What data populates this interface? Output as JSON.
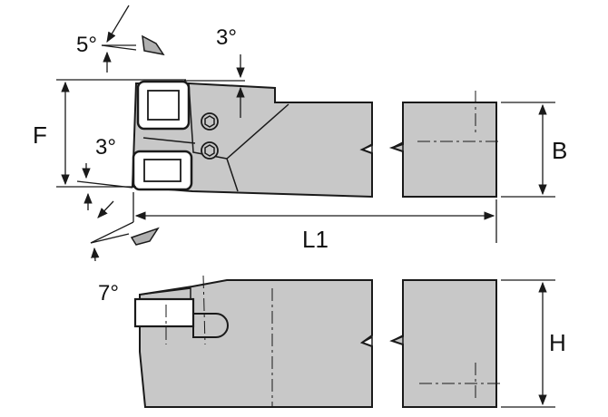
{
  "labels": {
    "angle_top": "5°",
    "angle_top_right": "3°",
    "angle_mid_left": "3°",
    "angle_side": "7°",
    "dim_f": "F",
    "dim_b": "B",
    "dim_l1": "L1",
    "dim_h": "H"
  },
  "colors": {
    "body_fill": "#c8c8c8",
    "outline": "#1a1a1a",
    "insert_fill": "#ffffff",
    "background": "#ffffff"
  }
}
